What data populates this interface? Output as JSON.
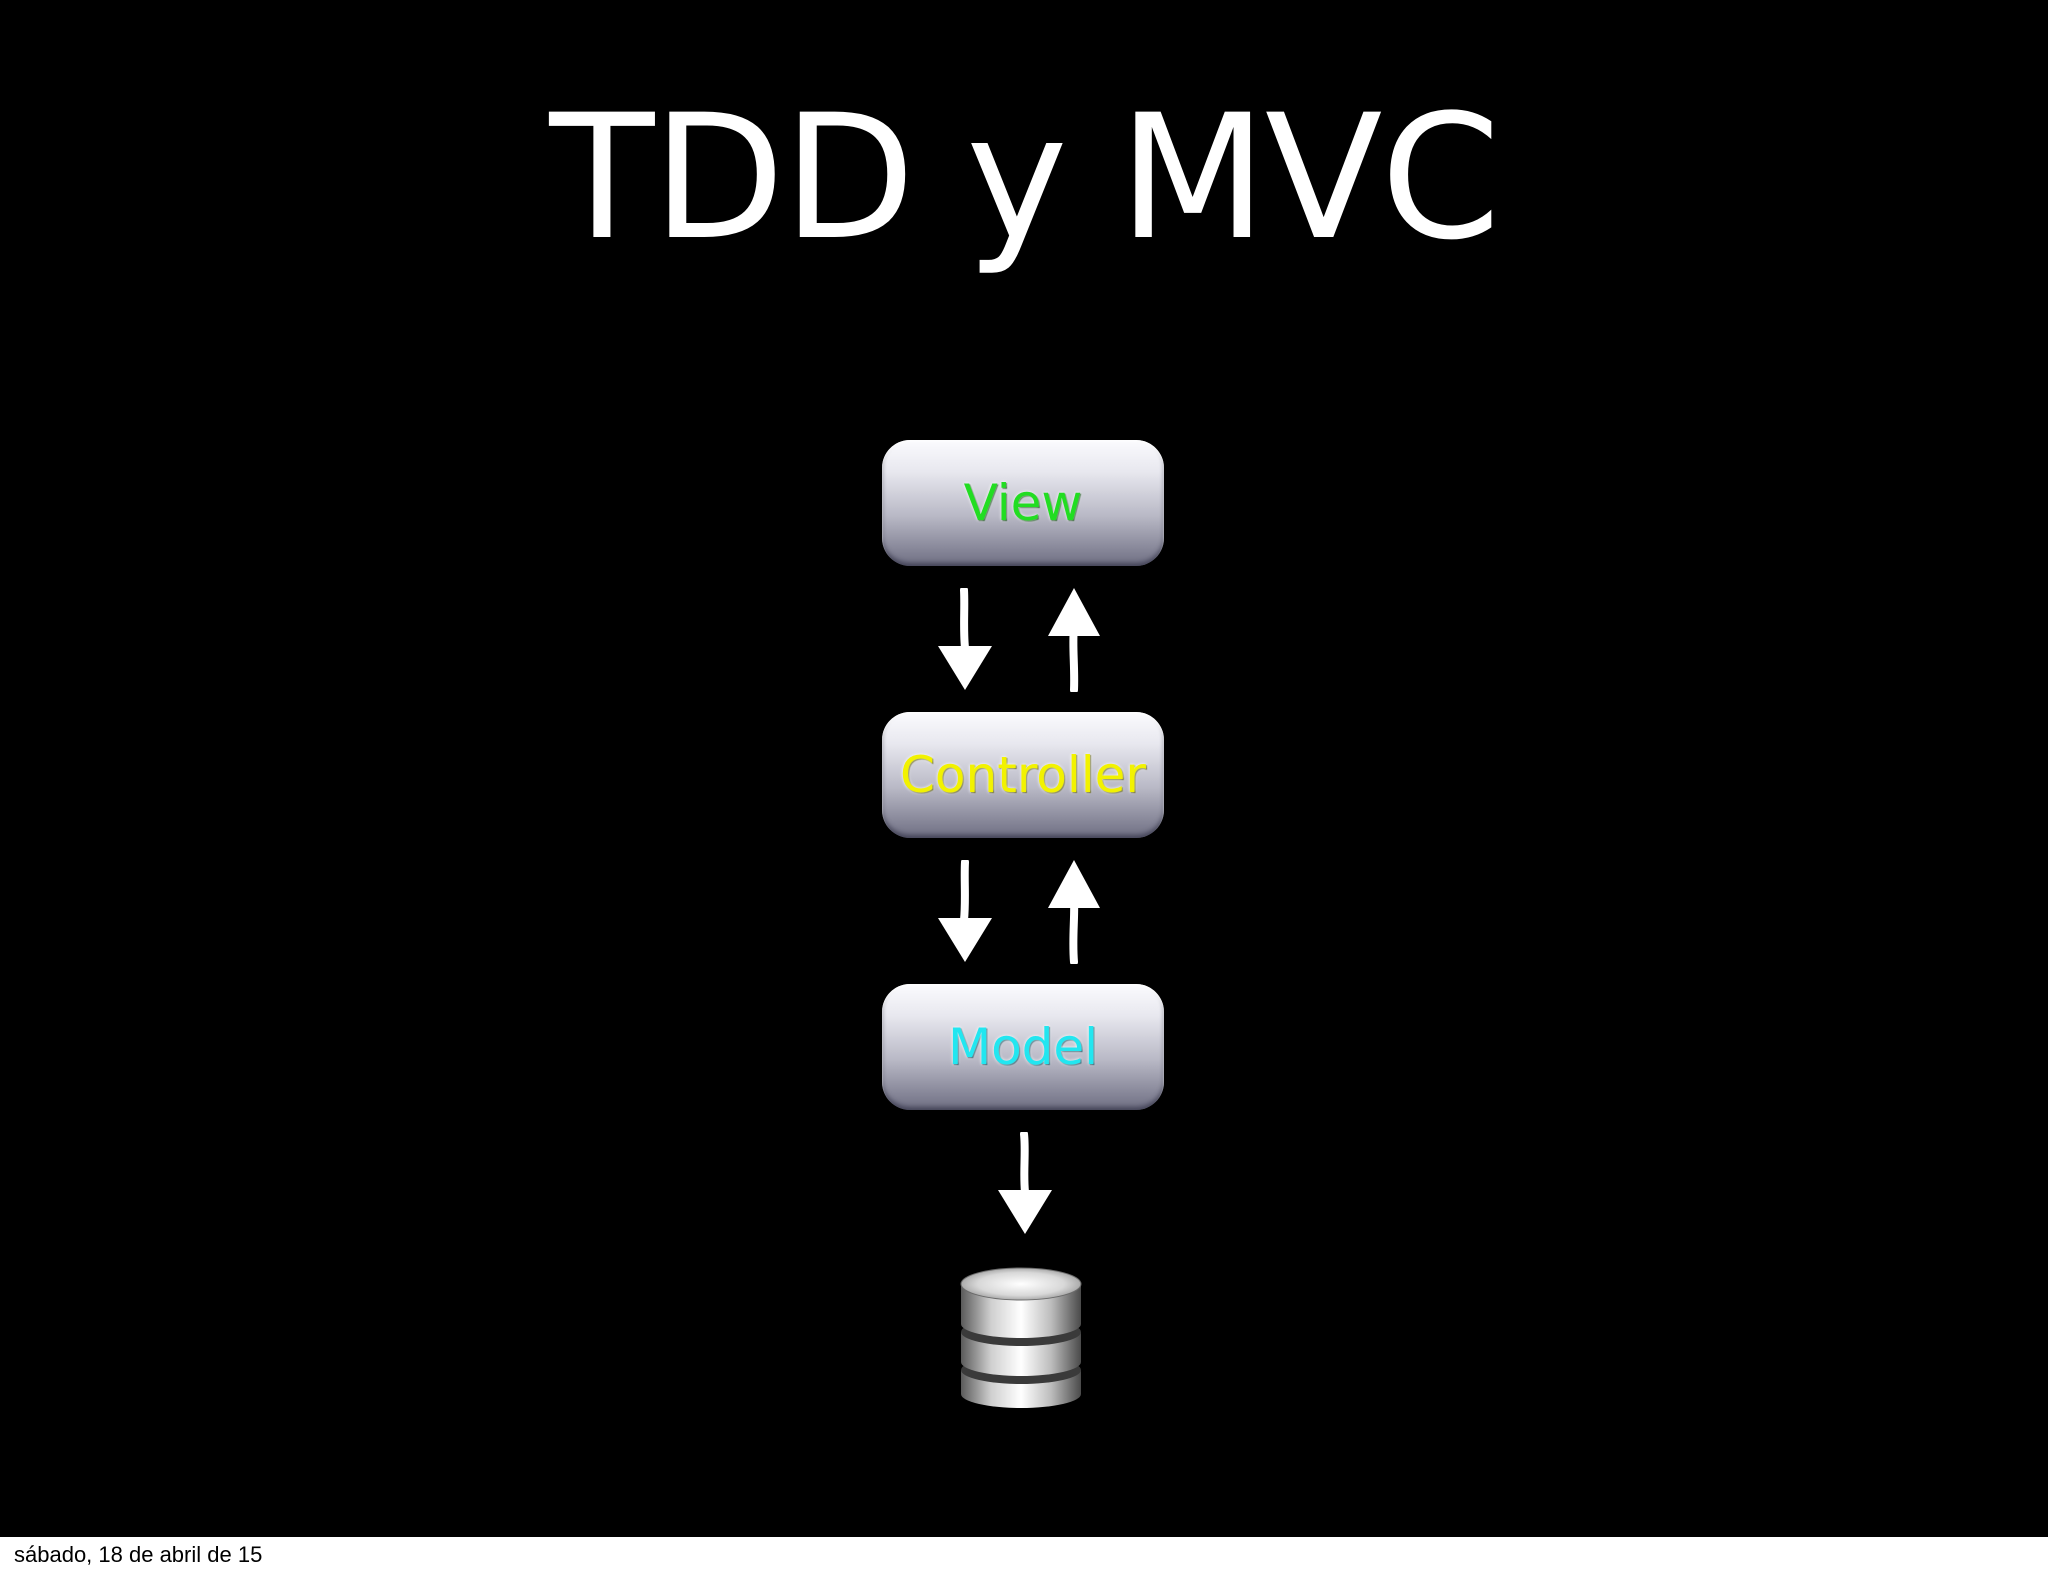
{
  "slide": {
    "title": "TDD y MVC",
    "background": "#000000"
  },
  "diagram": {
    "nodes": [
      {
        "id": "view",
        "label": "View",
        "color": "#22dd22"
      },
      {
        "id": "controller",
        "label": "Controller",
        "color": "#f2f200"
      },
      {
        "id": "model",
        "label": "Model",
        "color": "#22e6f0"
      }
    ],
    "edges": [
      {
        "from": "view",
        "to": "controller"
      },
      {
        "from": "controller",
        "to": "view"
      },
      {
        "from": "controller",
        "to": "model"
      },
      {
        "from": "model",
        "to": "controller"
      },
      {
        "from": "model",
        "to": "database"
      }
    ],
    "database_icon": "database-icon",
    "arrow_icon": "arrow-icon"
  },
  "footer": {
    "date": "sábado, 18 de abril de 15"
  }
}
